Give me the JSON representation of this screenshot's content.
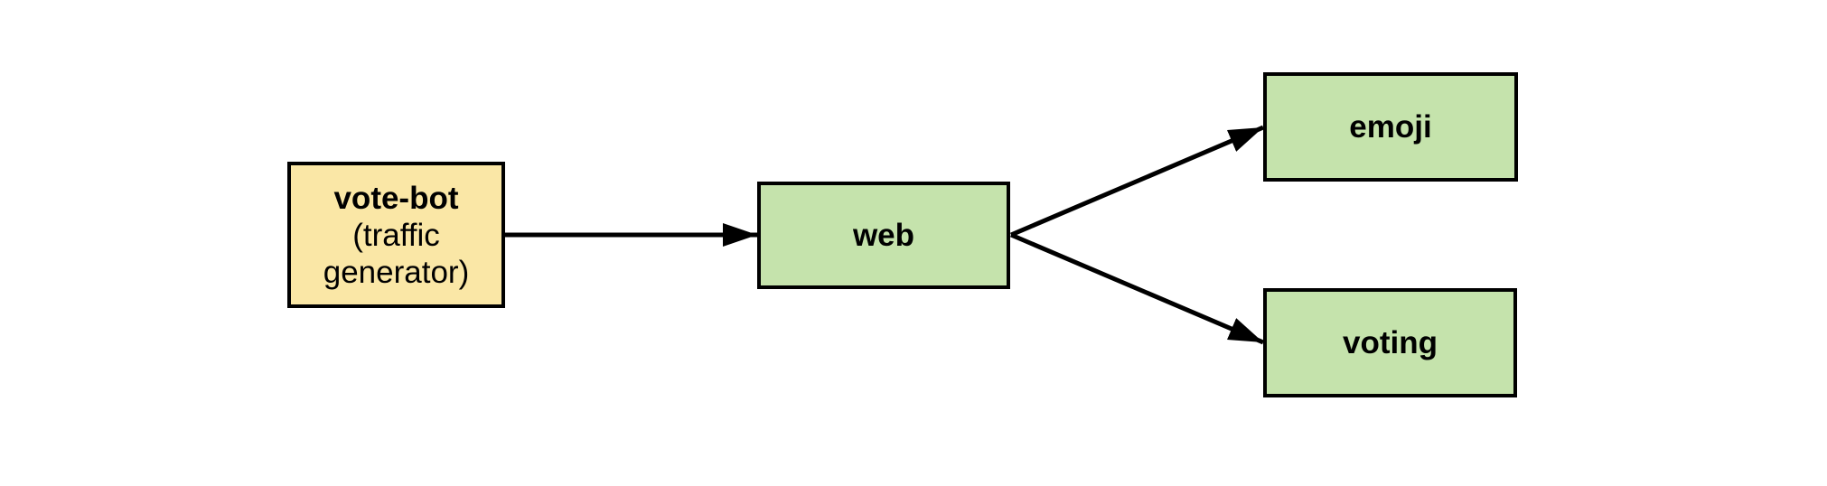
{
  "diagram": {
    "background_color": "#ffffff",
    "edge_color": "#000000",
    "border_color": "#000000",
    "node_fill_yellow": "#FAE7A6",
    "node_fill_green": "#C5E3AC"
  },
  "nodes": [
    {
      "id": "vote-bot",
      "label": "vote-bot",
      "sublabel": "(traffic generator)",
      "fill": "#FAE7A6"
    },
    {
      "id": "web",
      "label": "web",
      "fill": "#C5E3AC"
    },
    {
      "id": "emoji",
      "label": "emoji",
      "fill": "#C5E3AC"
    },
    {
      "id": "voting",
      "label": "voting",
      "fill": "#C5E3AC"
    }
  ],
  "edges": [
    {
      "from": "vote-bot",
      "to": "web"
    },
    {
      "from": "web",
      "to": "emoji"
    },
    {
      "from": "web",
      "to": "voting"
    }
  ]
}
